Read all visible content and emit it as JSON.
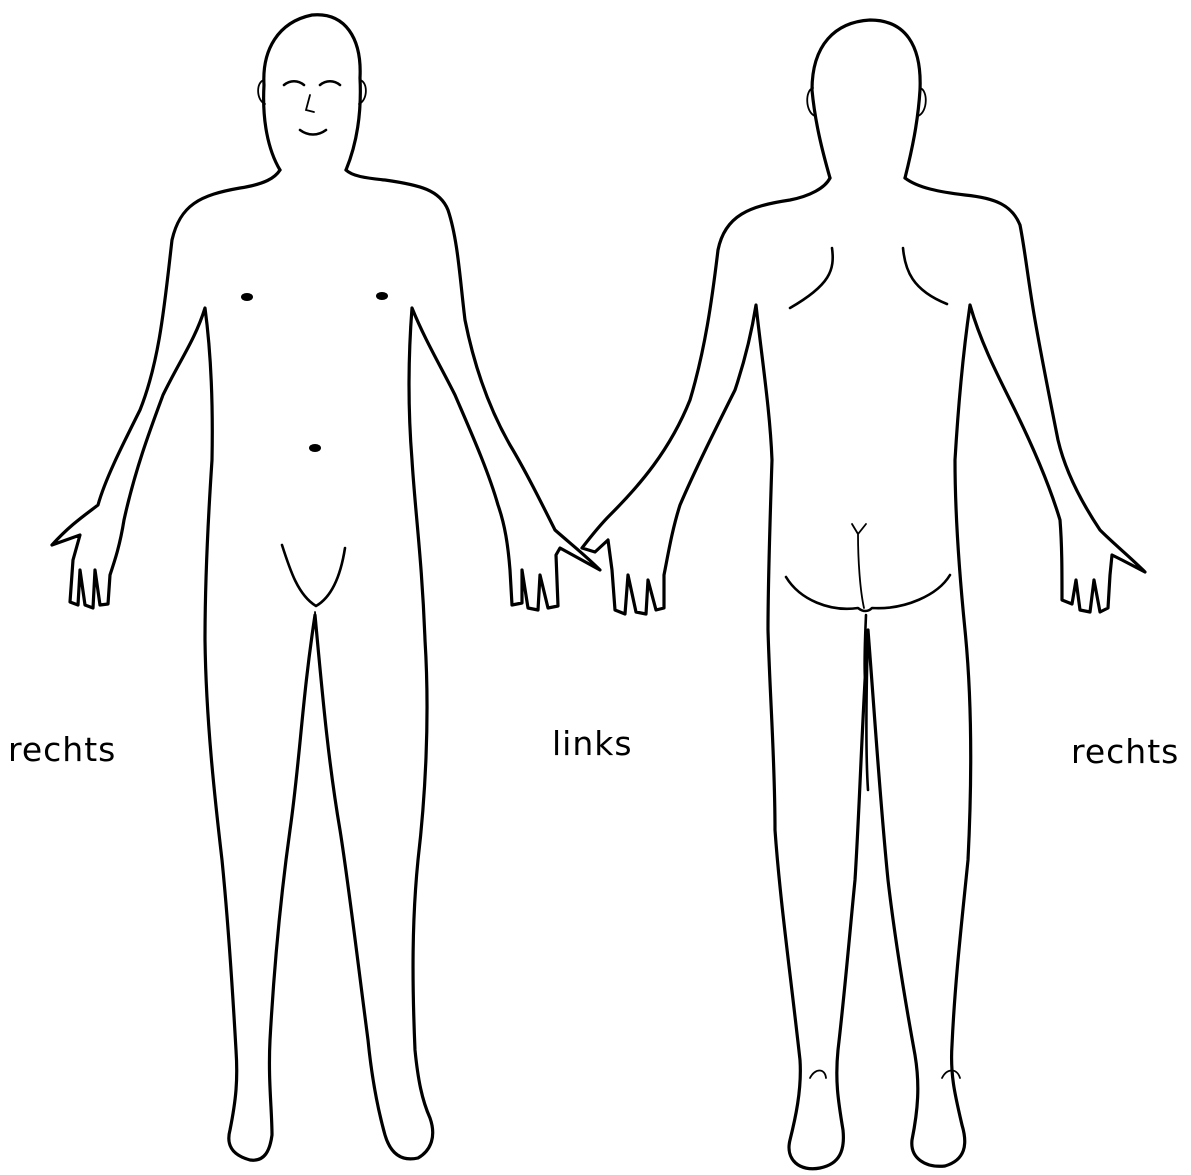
{
  "labels": {
    "front_view_side": "rechts",
    "center_side": "links",
    "back_view_side": "rechts"
  },
  "colors": {
    "line": "#000000",
    "background": "#ffffff"
  }
}
